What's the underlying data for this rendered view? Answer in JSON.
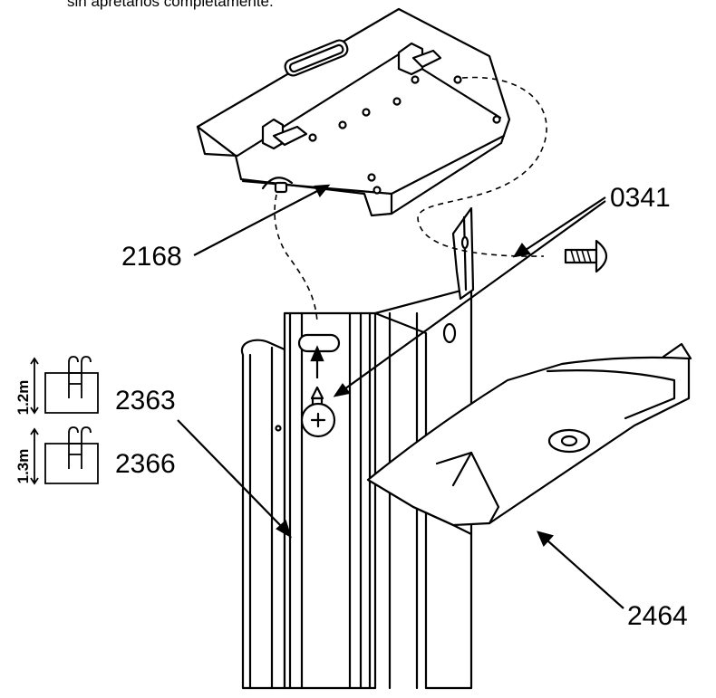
{
  "caption": "sin apretarlos completamente.",
  "callouts": {
    "p2168": "2168",
    "p0341": "0341",
    "p2363": "2363",
    "p2366": "2366",
    "p2464": "2464"
  },
  "height_icons": [
    {
      "height": "1.2m",
      "part": "2363"
    },
    {
      "height": "1.3m",
      "part": "2366"
    }
  ],
  "colors": {
    "line": "#000000",
    "background": "#ffffff"
  },
  "icons": [
    "pool-ladder-icon",
    "screw-icon"
  ]
}
